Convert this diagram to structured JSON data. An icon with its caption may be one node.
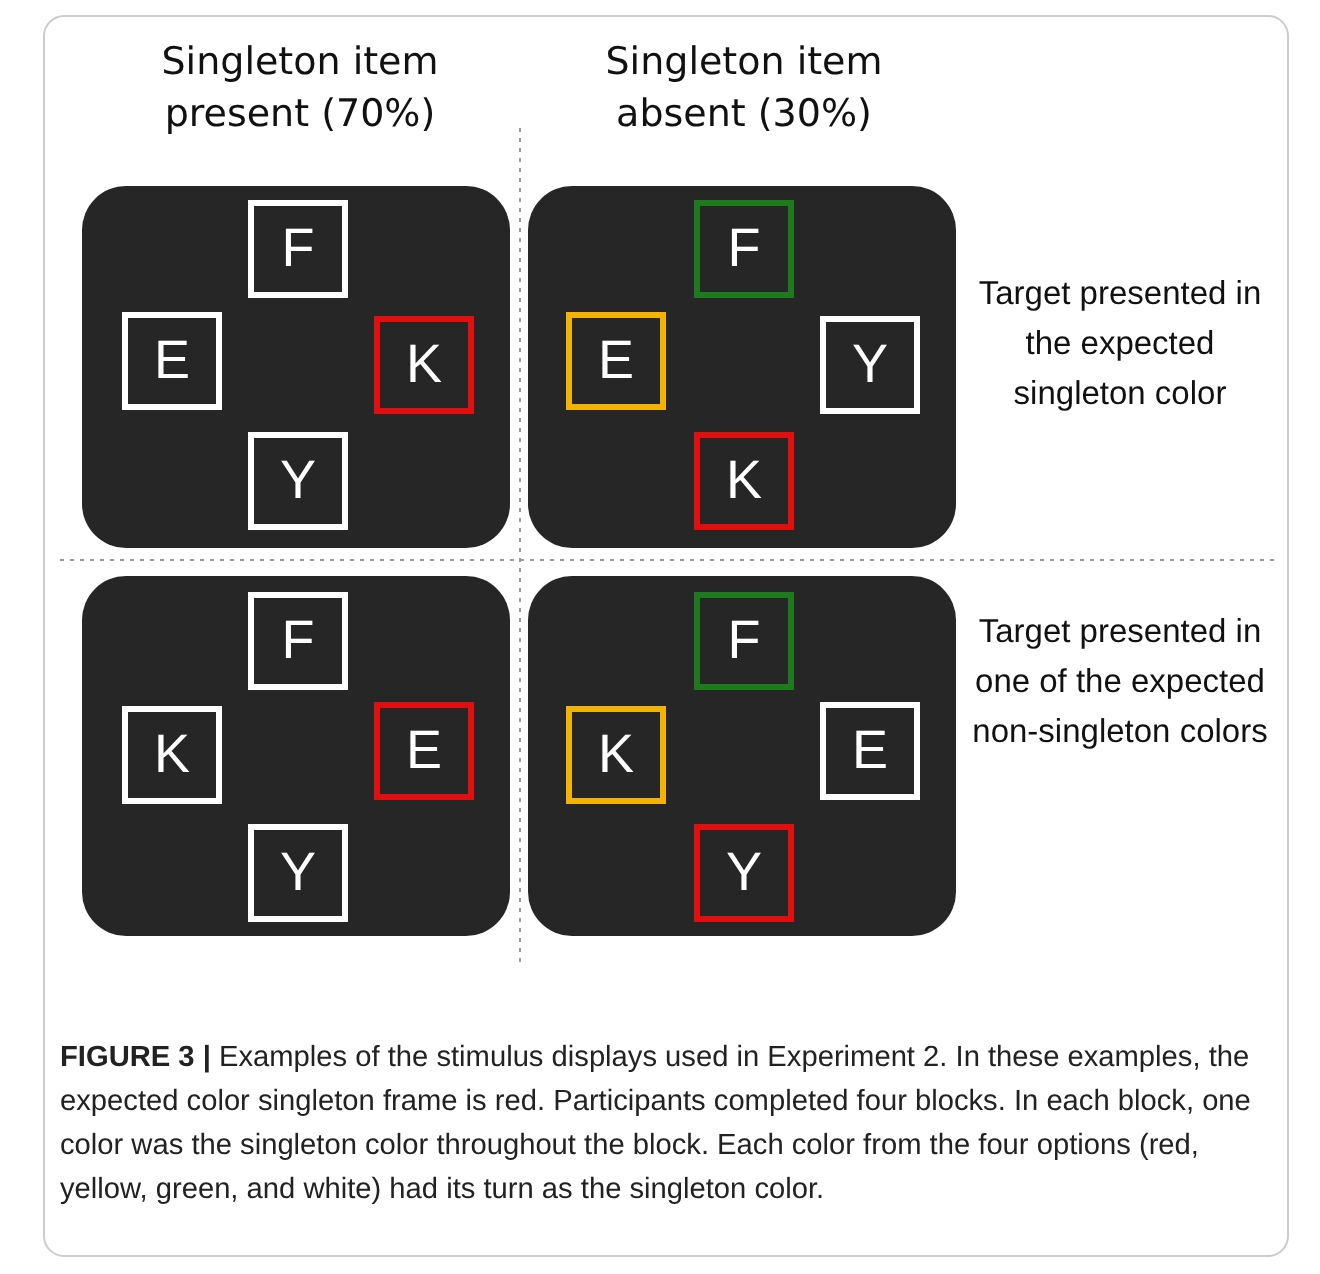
{
  "diagram": {
    "caption": "**FIGURE 3 |** Examples of the stimulus displays used in Experiment 2. In these examples, the expected color singleton frame is red. Participants completed four blocks. In each block, one color was the singleton color throughout the block. Each color from the four options (red, yellow, green, and white) had its turn as the singleton color.",
    "nodes": [
      {
        "text": [],
        "shape": "box"
      },
      {
        "text": [
          "F"
        ],
        "in": 0
      },
      {
        "text": [
          "E"
        ],
        "in": 0
      },
      {
        "text": [
          "K"
        ],
        "in": 0
      },
      {
        "text": [
          "Y"
        ],
        "in": 0
      },
      {
        "text": [],
        "shape": "box"
      },
      {
        "text": [
          "F"
        ],
        "in": 5
      },
      {
        "text": [
          "E"
        ],
        "in": 5
      },
      {
        "text": [
          "Y"
        ],
        "in": 5
      },
      {
        "text": [
          "K"
        ],
        "in": 5
      },
      {
        "text": [],
        "shape": "box"
      },
      {
        "text": [
          "F"
        ],
        "in": 10
      },
      {
        "text": [
          "K"
        ],
        "in": 10
      },
      {
        "text": [
          "E"
        ],
        "in": 10
      },
      {
        "text": [
          "Y"
        ],
        "in": 10
      },
      {
        "text": [],
        "shape": "box"
      },
      {
        "text": [
          "F"
        ],
        "in": 15
      },
      {
        "text": [
          "K"
        ],
        "in": 15
      },
      {
        "text": [
          "E"
        ],
        "in": 15
      },
      {
        "text": [
          "Y"
        ],
        "in": 15
      }
    ],
    "labels": [
      "Singleton item present (70%)",
      "Singleton item absent (30%)",
      "Target presented in the expected singleton color",
      "Target presented in one of the expected non-singleton colors"
    ]
  }
}
